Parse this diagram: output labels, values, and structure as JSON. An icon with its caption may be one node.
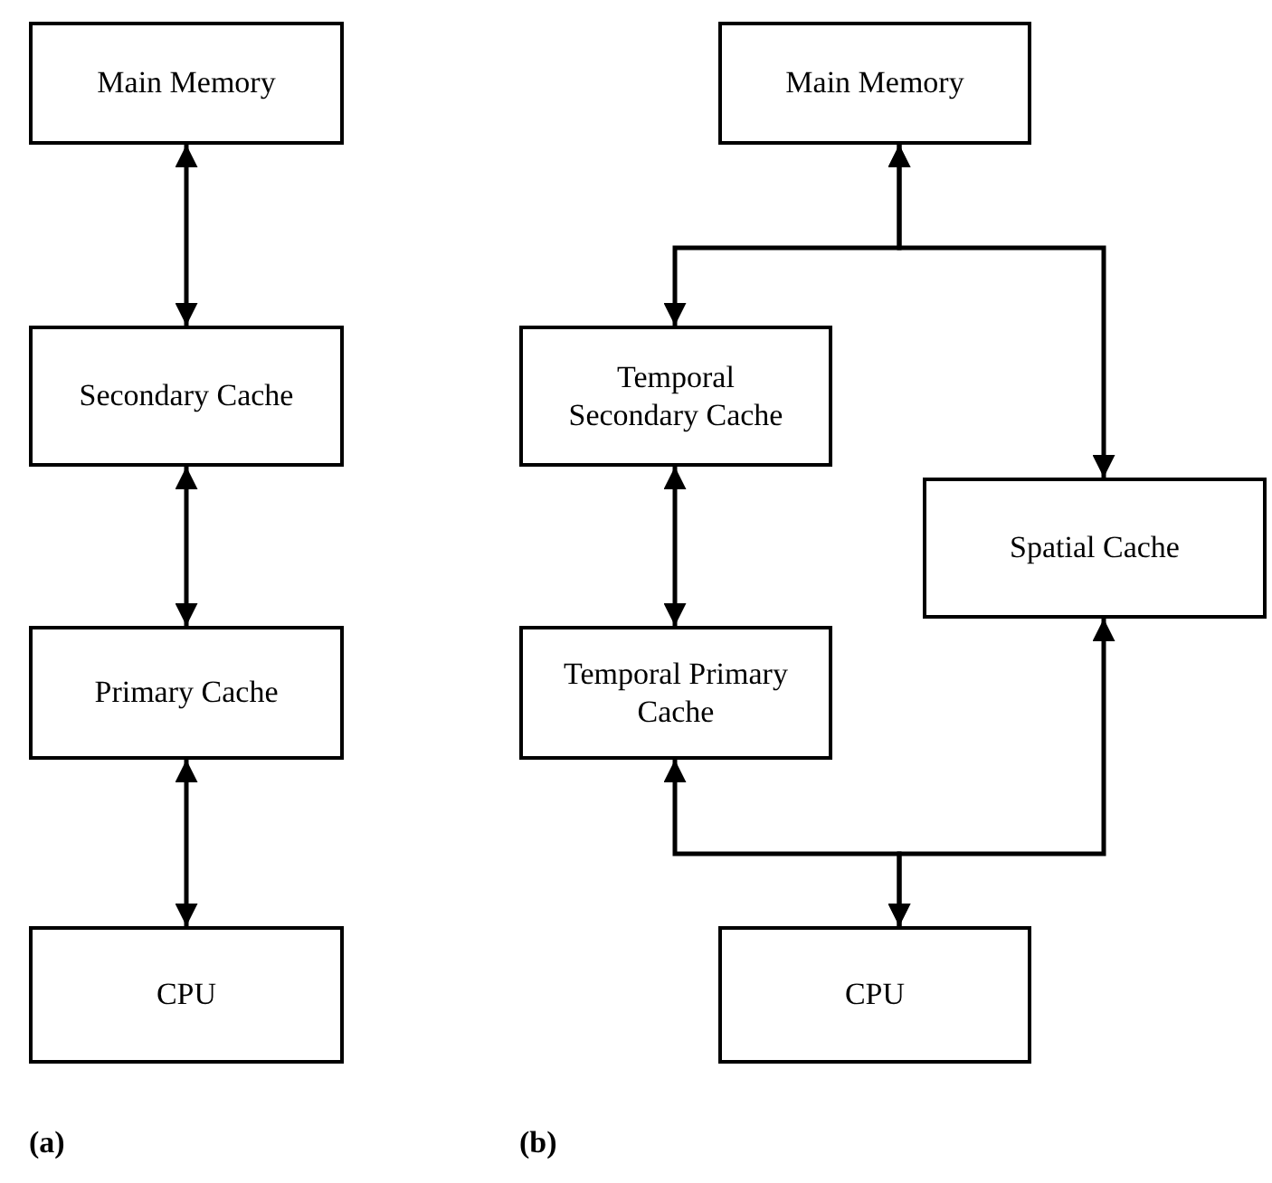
{
  "diagram": {
    "nodes": [
      {
        "text": [
          "Main Memory"
        ]
      },
      {
        "text": [
          "Secondary Cache"
        ]
      },
      {
        "text": [
          "Primary Cache"
        ]
      },
      {
        "text": [
          "CPU"
        ]
      },
      {
        "text": [
          "Main Memory"
        ]
      },
      {
        "text": [
          "Temporal Secondary Cache"
        ]
      },
      {
        "text": [
          "Spatial Cache"
        ]
      },
      {
        "text": [
          "Temporal Primary Cache"
        ]
      },
      {
        "text": [
          "CPU"
        ]
      }
    ],
    "edges": [
      {
        "from": 0,
        "to": 1,
        "arrow": "both"
      },
      {
        "from": 1,
        "to": 2,
        "arrow": "both"
      },
      {
        "from": 2,
        "to": 3,
        "arrow": "both"
      },
      {
        "from": 4,
        "to": 5,
        "arrow": "both"
      },
      {
        "from": 4,
        "to": 6,
        "arrow": "both"
      },
      {
        "from": 5,
        "to": 7,
        "arrow": "both"
      },
      {
        "from": 7,
        "to": 8,
        "arrow": "both"
      },
      {
        "from": 6,
        "to": 8,
        "arrow": "both"
      }
    ],
    "labels": [
      "(a)",
      "(b)"
    ]
  }
}
